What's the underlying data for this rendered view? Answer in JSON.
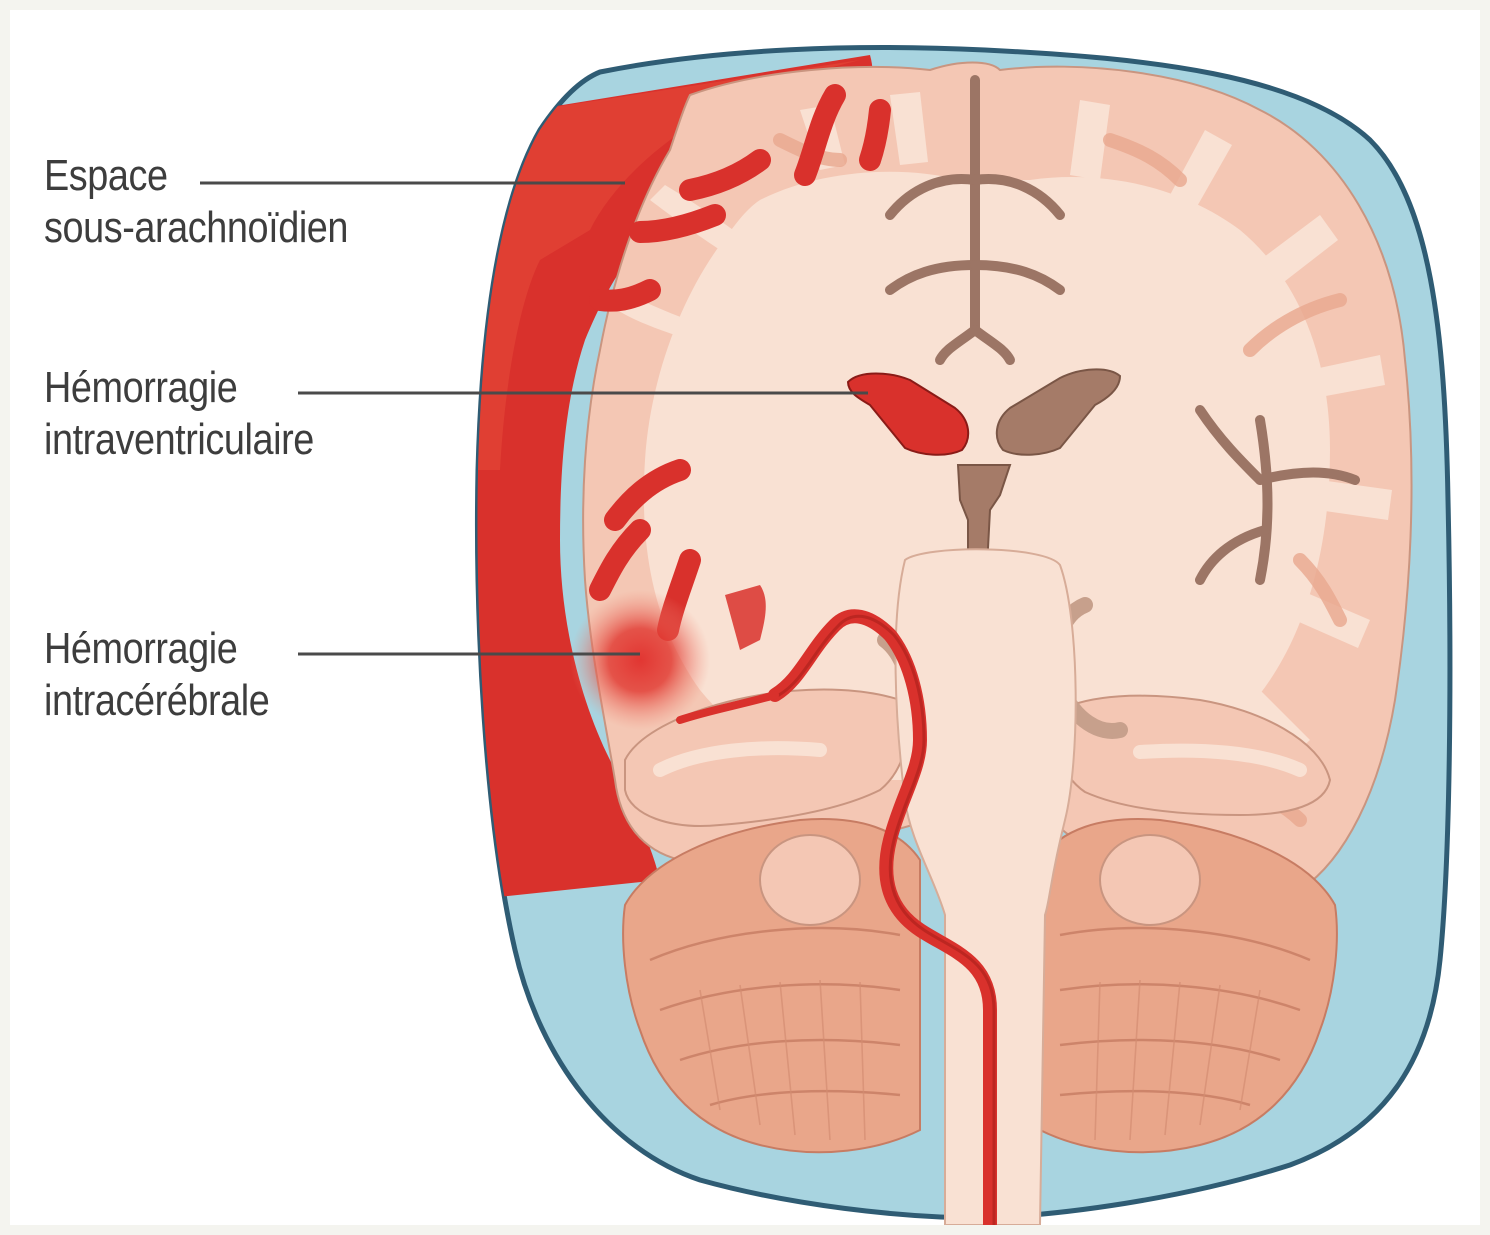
{
  "labels": {
    "subarachnoid": {
      "line1": "Espace",
      "line2": "sous-arachnoïdien"
    },
    "intraventricular": {
      "line1": "Hémorragie",
      "line2": "intraventriculaire"
    },
    "intracerebral": {
      "line1": "Hémorragie",
      "line2": "intracérébrale"
    }
  },
  "colors": {
    "background": "#ffffff",
    "csf": "#a8d4e0",
    "skull_outline": "#2f5c74",
    "brain_outer": "#f4c7b4",
    "white_matter": "#f9e1d3",
    "sulci": "#9c7565",
    "ventricle": "#a57b68",
    "blood": "#d9312c",
    "cerebellum": "#e9a68a",
    "label_text": "#3d3d3d"
  }
}
